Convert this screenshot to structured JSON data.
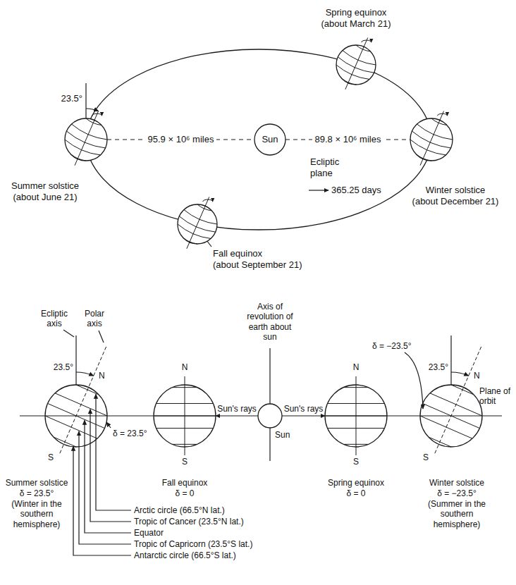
{
  "diagram": {
    "nodes": [
      {
        "text": [
          "Spring equinox",
          "(about March 21)"
        ]
      },
      {
        "text": [
          "Summer solstice",
          "(about June 21)"
        ]
      },
      {
        "text": [
          "Sun"
        ]
      },
      {
        "text": [
          "Winter solstice",
          "(about December 21)"
        ]
      },
      {
        "text": [
          "Fall equinox",
          "(about September 21)"
        ]
      },
      {
        "text": [
          "N",
          "S",
          "Summer solstice",
          "δ = 23.5°",
          "(Winter in the southern hemisphere)"
        ]
      },
      {
        "text": [
          "N",
          "S",
          "Fall equinox",
          "δ = 0"
        ]
      },
      {
        "text": [
          "Sun"
        ]
      },
      {
        "text": [
          "N",
          "S",
          "Spring equinox",
          "δ = 0"
        ]
      },
      {
        "text": [
          "N",
          "S",
          "Winter solstice",
          "δ = −23.5°",
          "(Summer in the southern hemisphere)"
        ]
      }
    ],
    "edges": [
      {
        "from": 1,
        "to": 2,
        "arrow": "none",
        "label": "95.9 × 10⁶ miles"
      },
      {
        "from": 2,
        "to": 3,
        "arrow": "none",
        "label": "89.8 × 10⁶ miles"
      },
      {
        "from": 7,
        "to": 6,
        "arrow": "to",
        "label": "Sun's rays"
      },
      {
        "from": 7,
        "to": 8,
        "arrow": "to",
        "label": "Sun's rays"
      }
    ],
    "labels": [
      "23.5°",
      "Ecliptic plane",
      "365.25 days",
      "Ecliptic axis",
      "Polar axis",
      "23.5°",
      "δ = 23.5°",
      "Axis of revolution of earth about sun",
      "δ = −23.5°",
      "23.5°",
      "Plane of orbit",
      "Arctic circle (66.5°N lat.)",
      "Tropic of Cancer (23.5°N lat.)",
      "Equator",
      "Tropic of Capricorn (23.5°S lat.)",
      "Antarctic circle (66.5°S lat.)"
    ]
  }
}
